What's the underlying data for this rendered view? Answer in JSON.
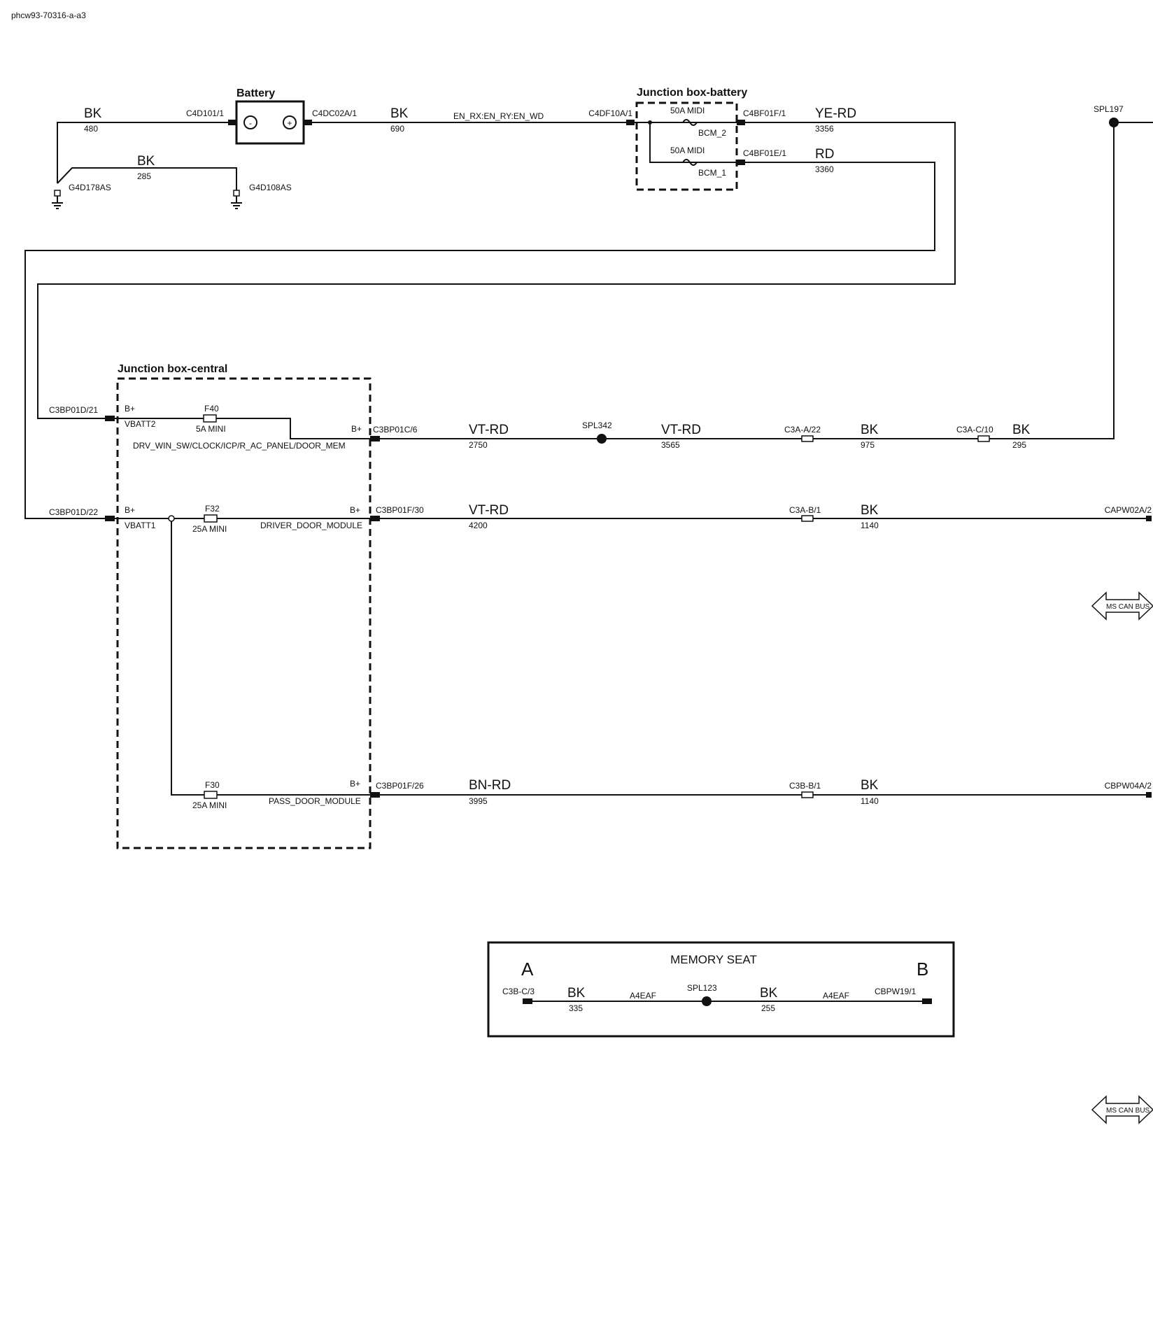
{
  "doc_id": "phcw93-70316-a-a3",
  "battery": {
    "title": "Battery",
    "minus": "-",
    "plus": "+",
    "left_connector": "C4D101/1",
    "right_connector": "C4DC02A/1"
  },
  "ground_wires": {
    "main": {
      "color": "BK",
      "number": "480"
    },
    "link": {
      "color": "BK",
      "number": "285"
    },
    "ground_left": "G4D178AS",
    "ground_right": "G4D108AS"
  },
  "battery_feed": {
    "color": "BK",
    "number": "690",
    "signal": "EN_RX:EN_RY:EN_WD"
  },
  "jb_battery": {
    "title": "Junction box-battery",
    "input_connector": "C4DF10A/1",
    "fuse1_rating": "50A MIDI",
    "fuse1_name": "BCM_2",
    "fuse2_rating": "50A MIDI",
    "fuse2_name": "BCM_1",
    "out1_connector": "C4BF01F/1",
    "out1_color": "YE-RD",
    "out1_number": "3356",
    "out2_connector": "C4BF01E/1",
    "out2_color": "RD",
    "out2_number": "3360"
  },
  "spl197": "SPL197",
  "jb_central": {
    "title": "Junction box-central",
    "in1_connector": "C3BP01D/21",
    "in1_b": "B+",
    "in1_name": "VBATT2",
    "fuse_f40": "F40",
    "fuse_f40_rating": "5A MINI",
    "circuit1": "DRV_WIN_SW/CLOCK/ICP/R_AC_PANEL/DOOR_MEM",
    "out1_b": "B+",
    "in2_connector": "C3BP01D/22",
    "in2_b": "B+",
    "in2_name": "VBATT1",
    "fuse_f32": "F32",
    "fuse_f32_rating": "25A MINI",
    "circuit2": "DRIVER_DOOR_MODULE",
    "out2_b": "B+",
    "fuse_f30": "F30",
    "fuse_f30_rating": "25A MINI",
    "circuit3": "PASS_DOOR_MODULE",
    "out3_b": "B+"
  },
  "row1": {
    "connector": "C3BP01C/6",
    "seg1_color": "VT-RD",
    "seg1_number": "2750",
    "splice": "SPL342",
    "seg2_color": "VT-RD",
    "seg2_number": "3565",
    "conn2": "C3A-A/22",
    "seg3_color": "BK",
    "seg3_number": "975",
    "conn3": "C3A-C/10",
    "seg4_color": "BK",
    "seg4_number": "295"
  },
  "row2": {
    "connector": "C3BP01F/30",
    "seg1_color": "VT-RD",
    "seg1_number": "4200",
    "conn2": "C3A-B/1",
    "seg2_color": "BK",
    "seg2_number": "1140",
    "end_connector": "CAPW02A/2"
  },
  "ms_can_bus_1": "MS CAN BUS",
  "row3": {
    "connector": "C3BP01F/26",
    "seg1_color": "BN-RD",
    "seg1_number": "3995",
    "conn2": "C3B-B/1",
    "seg2_color": "BK",
    "seg2_number": "1140",
    "end_connector": "CBPW04A/2"
  },
  "memory_seat": {
    "title": "MEMORY SEAT",
    "label_a": "A",
    "label_b": "B",
    "left_connector": "C3B-C/3",
    "seg1_color": "BK",
    "seg1_number": "335",
    "seg1_signal": "A4EAF",
    "splice": "SPL123",
    "seg2_color": "BK",
    "seg2_number": "255",
    "seg2_signal": "A4EAF",
    "right_connector": "CBPW19/1"
  },
  "ms_can_bus_2": "MS CAN BUS"
}
